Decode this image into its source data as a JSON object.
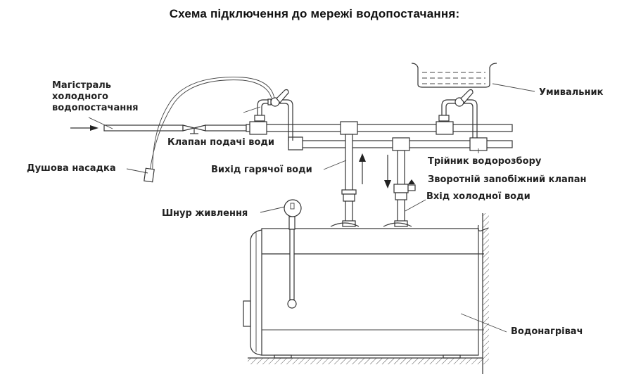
{
  "title": "Схема підключення до мережі водопостачання:",
  "labels": {
    "cold_main": "Магістраль холодного водопостачання",
    "cold_main_line1": "Магістраль",
    "cold_main_line2": "холодного",
    "cold_main_line3": "водопостачання",
    "supply_valve": "Клапан подачі води",
    "shower_head": "Душова насадка",
    "hot_outlet": "Вихід гарячої води",
    "power_cord": "Шнур живлення",
    "washbasin": "Умивальник",
    "tee": "Трійник водорозбору",
    "check_valve": "Зворотній запобіжний клапан",
    "cold_inlet": "Вхід холодної води",
    "heater": "Водонагрівач"
  }
}
